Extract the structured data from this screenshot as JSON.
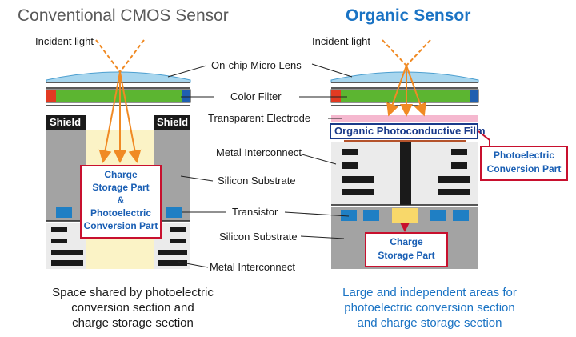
{
  "titles": {
    "conventional": "Conventional CMOS Sensor",
    "organic": "Organic Sensor"
  },
  "labels": {
    "incident_light_left": "Incident light",
    "incident_light_right": "Incident light",
    "micro_lens": "On-chip Micro Lens",
    "color_filter": "Color Filter",
    "transparent_electrode": "Transparent Electrode",
    "metal_interconnect_upper": "Metal Interconnect",
    "silicon_substrate_upper": "Silicon Substrate",
    "transistor": "Transistor",
    "silicon_substrate_lower": "Silicon Substrate",
    "metal_interconnect_lower": "Metal Interconnect",
    "shield_left": "Shield",
    "shield_right": "Shield",
    "organic_film": "Organic Photoconductive Film"
  },
  "callouts": {
    "left_box": [
      "Charge",
      "Storage Part",
      "&",
      "Photoelectric",
      "Conversion Part"
    ],
    "right_photoelectric": [
      "Photoelectric",
      "Conversion Part"
    ],
    "right_charge": [
      "Charge",
      "Storage Part"
    ]
  },
  "captions": {
    "left": [
      "Space shared by photoelectric",
      "conversion section and",
      "charge storage section"
    ],
    "right": [
      "Large and independent areas for",
      "photoelectric conversion section",
      "and charge storage section"
    ]
  },
  "colors": {
    "orange": "#f08a24",
    "red": "#c8102e",
    "blue_text": "#1a73c4",
    "green_filter": "#5cb531",
    "transistor_blue": "#1f7fc4",
    "gray": "#a3a3a3"
  }
}
